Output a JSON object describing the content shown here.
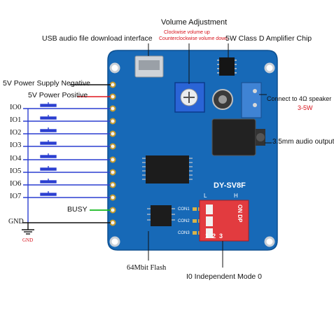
{
  "labels": {
    "volume_adjustment": "Volume Adjustment",
    "volume_up_note": "Clockwise volume up",
    "volume_down_note": "Counterclockwise volume down",
    "usb_download": "USB audio file download interface",
    "amplifier_chip": "5W Class D Amplifier Chip",
    "supply_negative": "5V Power Supply Negative",
    "supply_positive": "5V Power Positive",
    "speaker_connect": "Connect to 4Ω speaker",
    "speaker_power": "3-5W",
    "audio_output": "3.5mm audio output",
    "busy": "BUSY",
    "gnd": "GND",
    "gnd_symbol": "GND",
    "flash": "64Mbit Flash",
    "mode": "I0 Independent Mode 0"
  },
  "io_pins": [
    "IO0",
    "IO1",
    "IO2",
    "IO3",
    "IO4",
    "IO5",
    "IO6",
    "IO7"
  ],
  "colors": {
    "board": "#1769b7",
    "positive_wire": "#e0161e",
    "io_wire": "#2b3fd0",
    "busy_wire": "#14b81e",
    "dip_switch": "#e23b3f"
  }
}
